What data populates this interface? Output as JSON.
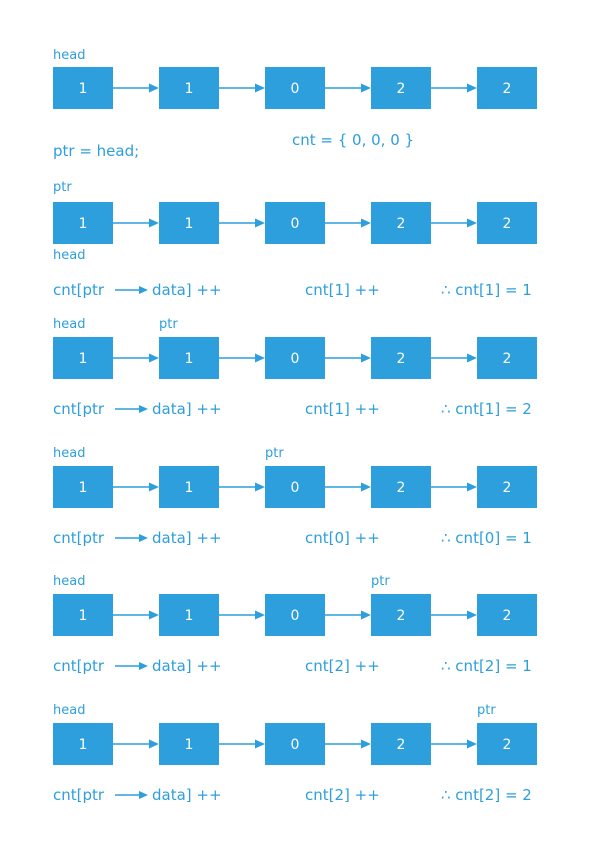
{
  "colors": {
    "accent": "#2d9fdc",
    "node_text": "#ffffff",
    "background": "#ffffff"
  },
  "node_values": [
    "1",
    "1",
    "0",
    "2",
    "2"
  ],
  "init": {
    "head_label": "head",
    "ptr_assign": "ptr = head;",
    "cnt_init": "cnt = { 0, 0, 0 }"
  },
  "steps": [
    {
      "ptr_index": 0,
      "head_label": "head",
      "ptr_label": "ptr",
      "expr_left": "cnt[ptr",
      "expr_right": "data] ++",
      "increment": "cnt[1] ++",
      "result": "∴ cnt[1] = 1"
    },
    {
      "ptr_index": 1,
      "head_label": "head",
      "ptr_label": "ptr",
      "expr_left": "cnt[ptr",
      "expr_right": "data] ++",
      "increment": "cnt[1] ++",
      "result": "∴ cnt[1] = 2"
    },
    {
      "ptr_index": 2,
      "head_label": "head",
      "ptr_label": "ptr",
      "expr_left": "cnt[ptr",
      "expr_right": "data] ++",
      "increment": "cnt[0] ++",
      "result": "∴ cnt[0] = 1"
    },
    {
      "ptr_index": 3,
      "head_label": "head",
      "ptr_label": "ptr",
      "expr_left": "cnt[ptr",
      "expr_right": "data] ++",
      "increment": "cnt[2] ++",
      "result": "∴ cnt[2] = 1"
    },
    {
      "ptr_index": 4,
      "head_label": "head",
      "ptr_label": "ptr",
      "expr_left": "cnt[ptr",
      "expr_right": "data] ++",
      "increment": "cnt[2] ++",
      "result": "∴ cnt[2] = 2"
    }
  ]
}
